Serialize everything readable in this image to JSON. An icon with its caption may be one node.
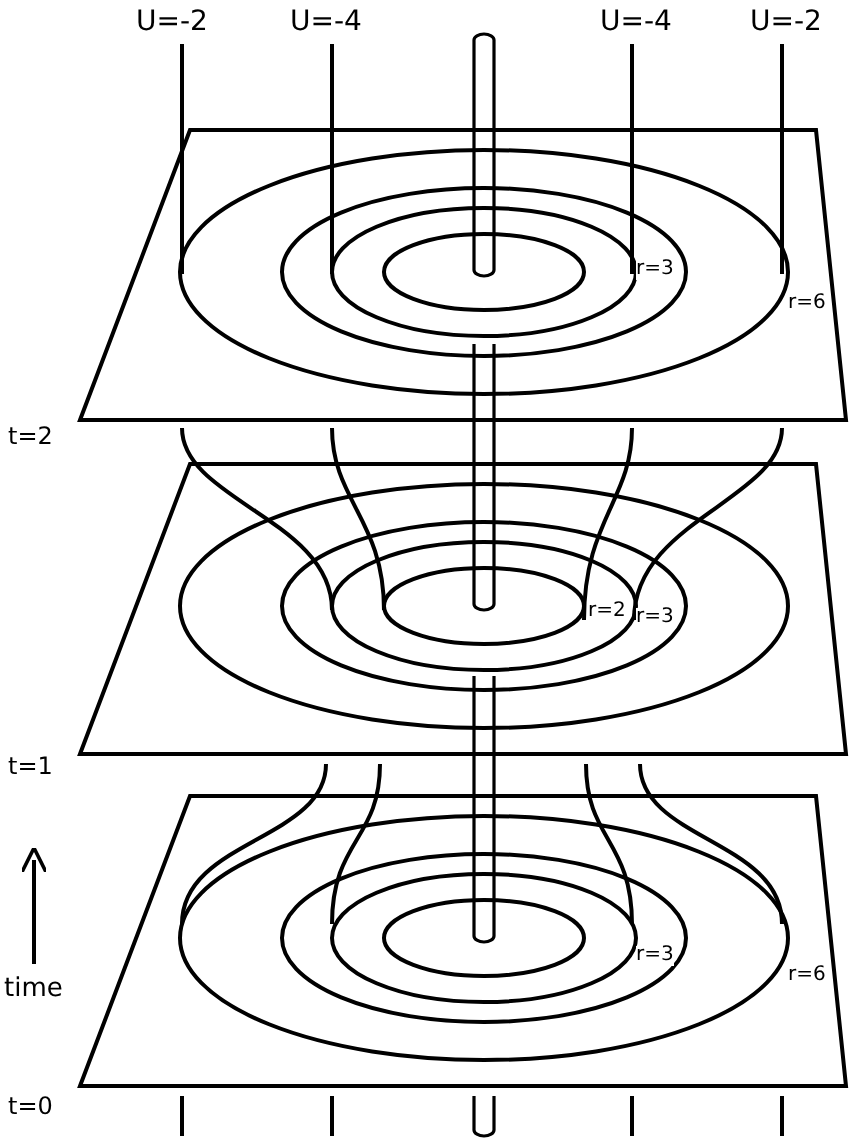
{
  "diagram": {
    "labels": [
      "U=-2",
      "U=-4",
      "U=-4",
      "U=-2",
      "r=3",
      "r=6",
      "t=2",
      "r=2",
      "r=3",
      "t=1",
      "time",
      "r=3",
      "r=6",
      "t=0"
    ]
  }
}
